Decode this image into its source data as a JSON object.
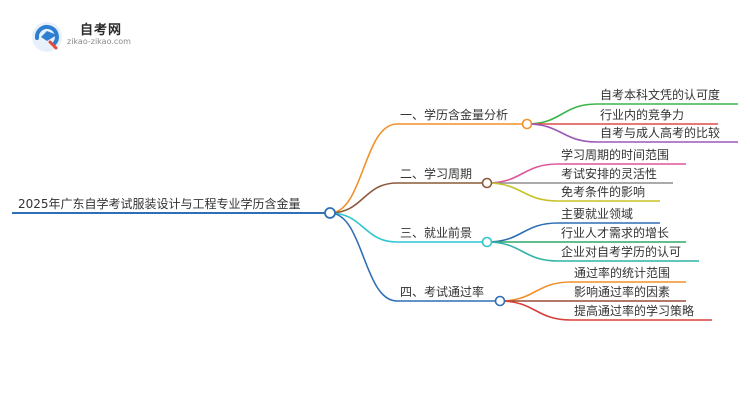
{
  "logo": {
    "name": "自考网",
    "url": "zikao-zikao.com"
  },
  "mindmap": {
    "root": "2025年广东自学考试服装设计与工程专业学历含金量",
    "branches": [
      {
        "label": "一、学历含金量分析",
        "color": "#f0912a",
        "children": [
          {
            "label": "自考本科文凭的认可度",
            "color": "#3bb54a"
          },
          {
            "label": "行业内的竞争力",
            "color": "#e04a4a"
          },
          {
            "label": "自考与成人高考的比较",
            "color": "#9b59b6"
          }
        ]
      },
      {
        "label": "二、学习周期",
        "color": "#8b5a3c",
        "children": [
          {
            "label": "学习周期的时间范围",
            "color": "#e0559a"
          },
          {
            "label": "考试安排的灵活性",
            "color": "#8e8e8e"
          },
          {
            "label": "免考条件的影响",
            "color": "#c8c22a"
          }
        ]
      },
      {
        "label": "三、就业前景",
        "color": "#2fc6cf",
        "children": [
          {
            "label": "主要就业领域",
            "color": "#2f6fb5"
          },
          {
            "label": "行业人才需求的增长",
            "color": "#2fa86a"
          },
          {
            "label": "企业对自考学历的认可",
            "color": "#2fb3a6"
          }
        ]
      },
      {
        "label": "四、考试通过率",
        "color": "#2f6fb5",
        "children": [
          {
            "label": "通过率的统计范围",
            "color": "#f0912a"
          },
          {
            "label": "影响通过率的因素",
            "color": "#9a4a3a"
          },
          {
            "label": "提高通过率的学习策略",
            "color": "#d8403a"
          }
        ]
      }
    ]
  }
}
